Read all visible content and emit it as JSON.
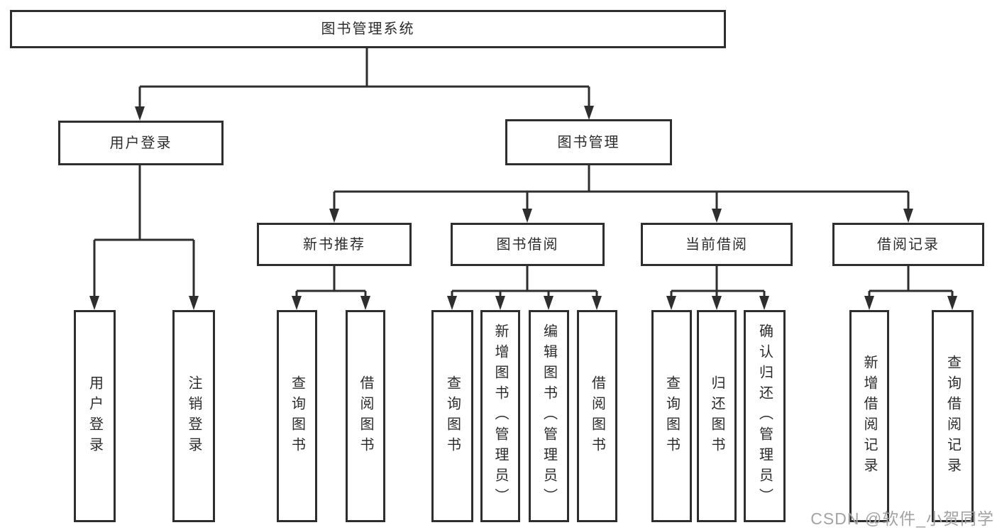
{
  "diagram": {
    "root": {
      "label": "图书管理系统",
      "children": [
        {
          "label": "用户登录",
          "children": [
            {
              "label": "用户登录"
            },
            {
              "label": "注销登录"
            }
          ]
        },
        {
          "label": "图书管理",
          "children": [
            {
              "label": "新书推荐",
              "children": [
                {
                  "label": "查询图书"
                },
                {
                  "label": "借阅图书"
                }
              ]
            },
            {
              "label": "图书借阅",
              "children": [
                {
                  "label": "查询图书"
                },
                {
                  "label": "新增图书（管理员）"
                },
                {
                  "label": "编辑图书（管理员）"
                },
                {
                  "label": "借阅图书"
                }
              ]
            },
            {
              "label": "当前借阅",
              "children": [
                {
                  "label": "查询图书"
                },
                {
                  "label": "归还图书"
                },
                {
                  "label": "确认归还（管理员）"
                }
              ]
            },
            {
              "label": "借阅记录",
              "children": [
                {
                  "label": "新增借阅记录"
                },
                {
                  "label": "查询借阅记录"
                }
              ]
            }
          ]
        }
      ]
    },
    "watermark": "CSDN @软件_小贺同学",
    "colors": {
      "line": "#2e2e2e",
      "text": "#2c2c2c",
      "watermark": "#a3a3a3"
    }
  }
}
